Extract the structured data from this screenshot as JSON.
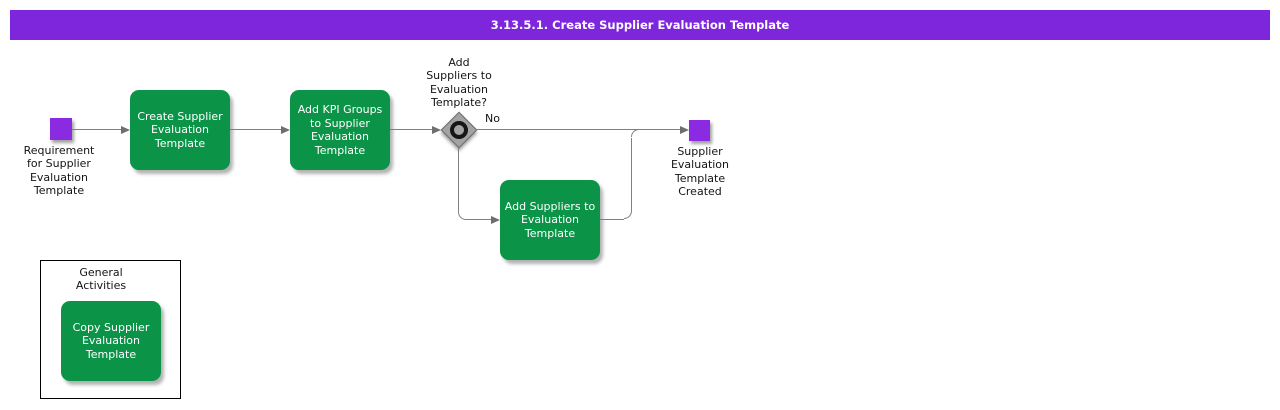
{
  "header": {
    "title": "3.13.5.1. Create Supplier Evaluation Template"
  },
  "colors": {
    "header_bg": "#7E26DC",
    "event_purple": "#8A2BE2",
    "activity_green": "#0B9447",
    "connector_gray": "#808080",
    "diamond_gray": "#A3A3A3"
  },
  "nodes": {
    "start_event": {
      "label": "Requirement\nfor Supplier\nEvaluation\nTemplate"
    },
    "activity_create": {
      "label": "Create Supplier\nEvaluation\nTemplate"
    },
    "activity_add_kpi": {
      "label": "Add KPI Groups\nto Supplier\nEvaluation\nTemplate"
    },
    "decision": {
      "question": "Add\nSuppliers to\nEvaluation\nTemplate?",
      "no_label": "No"
    },
    "activity_add_suppliers": {
      "label": "Add Suppliers to\nEvaluation\nTemplate"
    },
    "end_event": {
      "label": "Supplier\nEvaluation\nTemplate\nCreated"
    }
  },
  "general_activities": {
    "title": "General\nActivities",
    "copy_activity": {
      "label": "Copy Supplier\nEvaluation\nTemplate"
    }
  }
}
